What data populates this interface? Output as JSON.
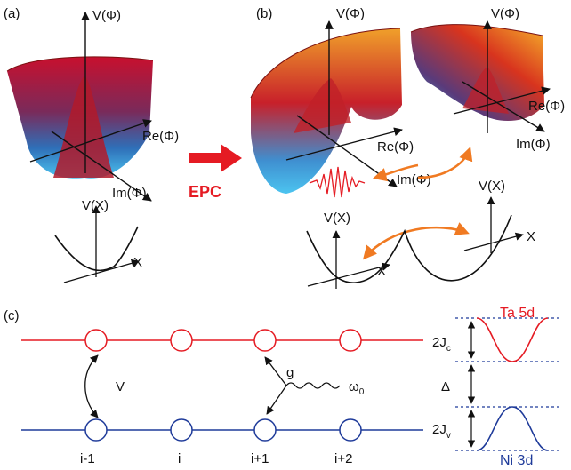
{
  "panels": {
    "a": {
      "label": "(a)",
      "axis_v": "V(Φ)",
      "axis_re": "Re(Φ)",
      "axis_im": "Im(Φ)",
      "axis_vx": "V(X)",
      "axis_x": "X"
    },
    "b": {
      "label": "(b)",
      "left": {
        "axis_v": "V(Φ)",
        "axis_re": "Re(Φ)",
        "axis_im": "Im(Φ)"
      },
      "right": {
        "axis_v": "V(Φ)",
        "axis_re": "Re(Φ)",
        "axis_im": "Im(Φ)"
      },
      "axis_vx_left": "V(X)",
      "axis_x_left": "X",
      "axis_vx_right": "V(X)",
      "axis_x_right": "X"
    },
    "arrow_label": "EPC",
    "c": {
      "label": "(c)",
      "coupling_v": "V",
      "coupling_g": "g",
      "omega": "ω",
      "omega_sub": "0",
      "sites": [
        "i-1",
        "i",
        "i+1",
        "i+2"
      ],
      "ta_band": "Ta 5d",
      "ni_band": "Ni 3d",
      "j_top": "2J",
      "j_top_sub": "c",
      "gap": "Δ",
      "j_bot": "2J",
      "j_bot_sub": "v"
    }
  },
  "colors": {
    "red": "#e51b23",
    "blue": "#1f3b9a",
    "orange": "#f07a22",
    "cyan": "#3fb4e6"
  }
}
